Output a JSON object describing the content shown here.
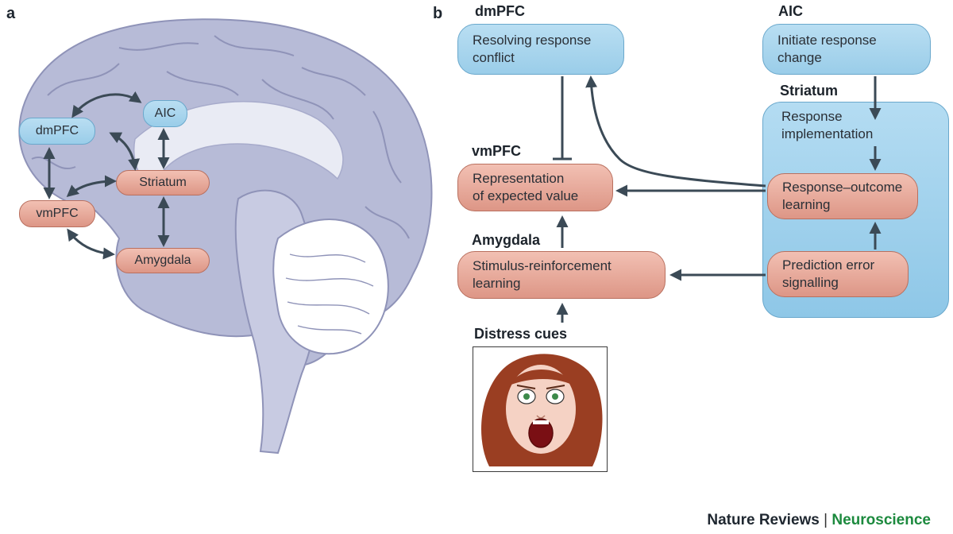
{
  "panel_a": {
    "label": "a",
    "nodes": {
      "dmpfc": "dmPFC",
      "aic": "AIC",
      "striatum": "Striatum",
      "vmpfc": "vmPFC",
      "amygdala": "Amygdala"
    }
  },
  "panel_b": {
    "label": "b",
    "regions": {
      "dmpfc": "dmPFC",
      "aic": "AIC",
      "striatum": "Striatum",
      "vmpfc": "vmPFC",
      "amygdala": "Amygdala",
      "distress": "Distress cues"
    },
    "boxes": {
      "resolving_line1": "Resolving response",
      "resolving_line2": "conflict",
      "initiate_line1": "Initiate response",
      "initiate_line2": "change",
      "implementation_line1": "Response",
      "implementation_line2": "implementation",
      "ro_learning_line1": "Response–outcome",
      "ro_learning_line2": "learning",
      "prediction_line1": "Prediction error",
      "prediction_line2": "signalling",
      "expected_line1": "Representation",
      "expected_line2": "of expected value",
      "stimulus_line1": "Stimulus-reinforcement",
      "stimulus_line2": "learning"
    }
  },
  "credit": {
    "journal": "Nature Reviews",
    "separator": "|",
    "section": "Neuroscience"
  },
  "colors": {
    "blue_box": "#a9d6ee",
    "red_box": "#e6a898",
    "arrow": "#3b4a56",
    "brain": "#b9bdd8",
    "credit_green": "#1c8a3e"
  }
}
